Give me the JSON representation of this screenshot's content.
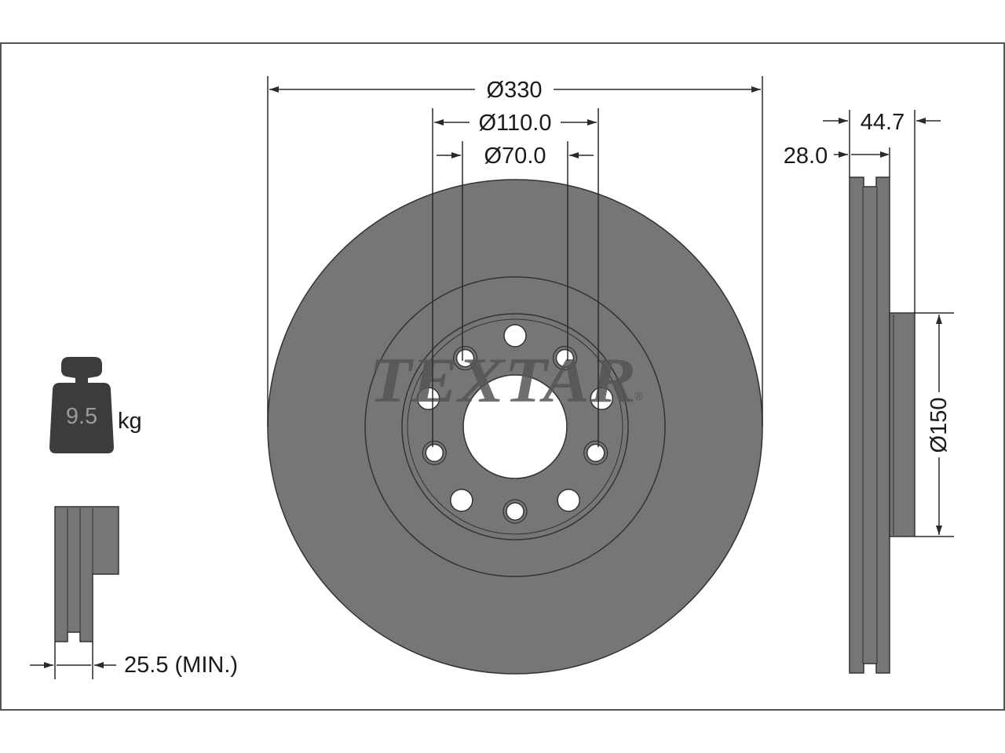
{
  "brand": {
    "logo_text": "TEXTAR",
    "registered_mark": "®"
  },
  "dimensions": {
    "outer_diameter": "Ø330",
    "bolt_circle": "Ø110.0",
    "center_bore": "Ø70.0",
    "total_height": "44.7",
    "thickness": "28.0",
    "hub_diameter": "Ø150",
    "min_thickness": "25.5 (MIN.)"
  },
  "weight": {
    "value": "9.5",
    "unit": "kg",
    "icon": "weight-icon"
  },
  "colors": {
    "disc": "#767676",
    "disc_edge": "#333333",
    "line": "#2a2a2a",
    "frame": "#555555",
    "weight_icon": "#3c3c3c",
    "logo": "#555555"
  }
}
